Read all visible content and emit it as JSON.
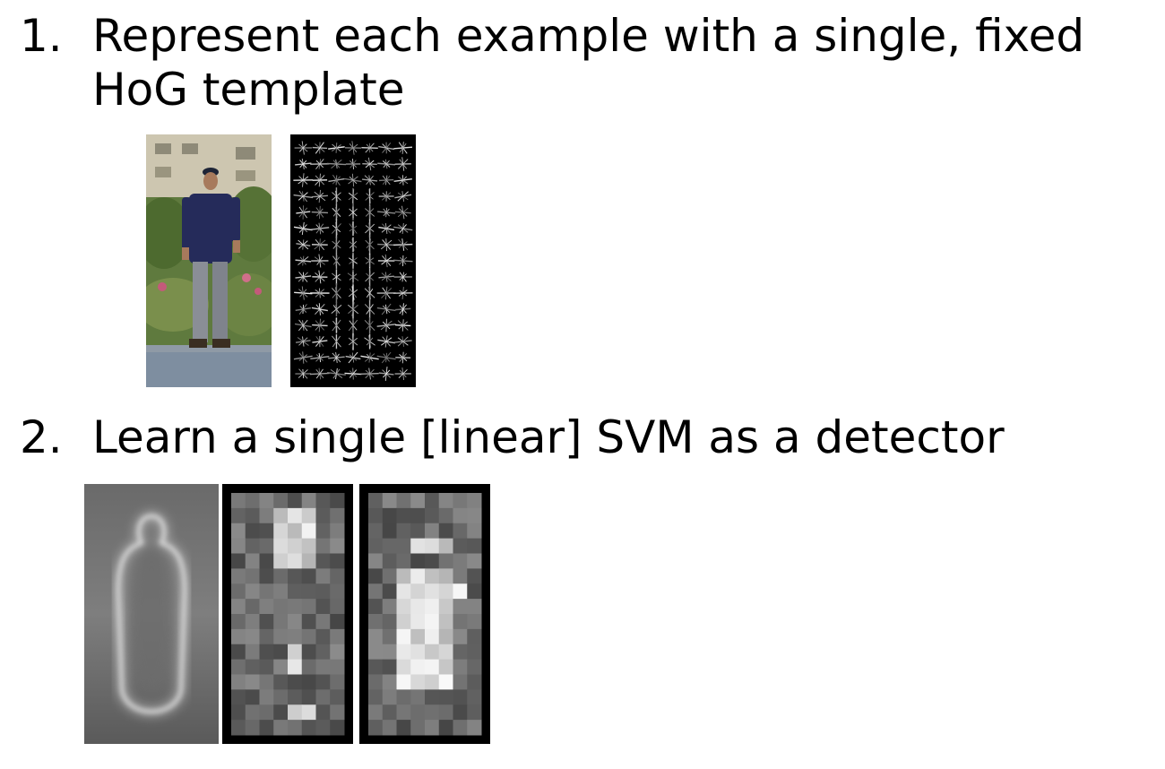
{
  "items": [
    {
      "number": "1.",
      "text": "Represent each example with a single, fixed HoG template"
    },
    {
      "number": "2.",
      "text": "Learn a single [linear] SVM as a detector"
    }
  ],
  "figures": {
    "row1": [
      {
        "name": "pedestrian-photo"
      },
      {
        "name": "hog-descriptor-visualization"
      }
    ],
    "row2": [
      {
        "name": "average-gradient-image"
      },
      {
        "name": "positive-svm-weights"
      },
      {
        "name": "negative-svm-weights"
      }
    ]
  }
}
